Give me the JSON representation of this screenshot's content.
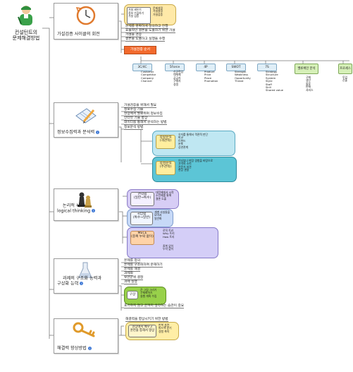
{
  "root": {
    "label_line1": "컨설턴트의",
    "label_line2": "문제해결방법",
    "icon": "consultant-person-icon"
  },
  "topics": [
    {
      "label": "가설검증 사이클의 회전",
      "icon": "clock-cycle-icon",
      "cycle_box": {
        "text": "가설 세우기\n정보 수집하기\n가설 검증",
        "items": [
          "문제설정",
          "가설설정",
          "가설검증"
        ]
      },
      "notes": [
        "문제를 명확하게 정의하고 진행",
        "효율적인 결론을 도출하기 위한 가설",
        "가설을 검증",
        "결론을 도출하고 실행을 수행"
      ],
      "highlight": "가설검증 순서",
      "frameworks": [
        {
          "name": "3C/4C",
          "items": [
            "Customer",
            "Competitor",
            "Company",
            "Channel"
          ]
        },
        {
          "name": "5Force",
          "items": [
            "신규진입",
            "대체제",
            "공급자",
            "구매자",
            "경쟁"
          ]
        },
        {
          "name": "4P",
          "items": [
            "Product",
            "Price",
            "Place",
            "Promotion"
          ]
        },
        {
          "name": "SWOT",
          "items": [
            "Strength",
            "Weakness",
            "Opportunity",
            "Threat"
          ]
        },
        {
          "name": "7S",
          "items": [
            "Strategy",
            "Structure",
            "System",
            "Style",
            "Staff",
            "Skill",
            "Shared value"
          ]
        },
        {
          "name": "밸류체인 분석",
          "items": [
            "구매",
            "생산",
            "물류",
            "판매",
            "서비스"
          ]
        },
        {
          "name": "프로세스",
          "items": [
            "투입",
            "산출"
          ]
        }
      ]
    },
    {
      "label": "정보수집력과 분석력",
      "icon": "document-pencil-icon",
      "notes": [
        "가설검증을 위해서 필요",
        "정보수집 기술",
        "현장에서 발로뛰며 정보수집",
        "인터뷰 기술 향상",
        "데이터를 통해서 분석하는 방법",
        "정보분석 방법"
      ],
      "cloud1": {
        "box": "정량분석\n(객관적)",
        "items": [
          "숫자를 통해서 객관적 판단",
          "비교",
          "트렌드",
          "분포",
          "상관관계"
        ]
      },
      "cloud2": {
        "box": "정성분석\n(주관적)",
        "items": [
          "인터뷰나 현장 경험을 바탕으로",
          "고객의 소리",
          "전문가 의견",
          "현장 관찰"
        ]
      }
    },
    {
      "label": "논리적 사고\nlogical thinking",
      "icon": "chess-pieces-icon",
      "boxes": [
        {
          "box": "연역법\n(일반→특수)",
          "items": [
            "대전제에서 시작",
            "소전제를 통해",
            "결론 도출"
          ]
        },
        {
          "box": "귀납법\n(특수→일반)",
          "items": [
            "개별 사실들을",
            "모아서",
            "일반화"
          ]
        },
        {
          "box": "MECE\n(중복 누락 없이)",
          "items": [
            "로직 트리",
            "Why 트리",
            "How 트리"
          ]
        }
      ],
      "extra_items": [
        "중복 없이",
        "누락 없이"
      ]
    },
    {
      "label": "과제의 구조화 능력과\n구상화 능력",
      "icon": "flask-icon",
      "notes": [
        "문제를 정의",
        "문제를 구조화하여 분해하기",
        "문제를 해결",
        "과제화",
        "우선순위 결정",
        "과제 실행"
      ],
      "box": {
        "box": "구상",
        "items": [
          "큰 그림 그리기",
          "구체화하기",
          "실행 계획 수립"
        ]
      },
      "footer": "포기하지 않고 끝까지 생각하는 습관이 중요"
    },
    {
      "label": "해결력 향상방법",
      "icon": "key-icon",
      "note": "해결력을 향상시키기 위한 방법",
      "box": {
        "box": "현장에서 배우고\n훈련을 통해서 향상",
        "items": [
          "반복 훈련",
          "피드백 받기",
          "경험 축적"
        ]
      }
    }
  ]
}
